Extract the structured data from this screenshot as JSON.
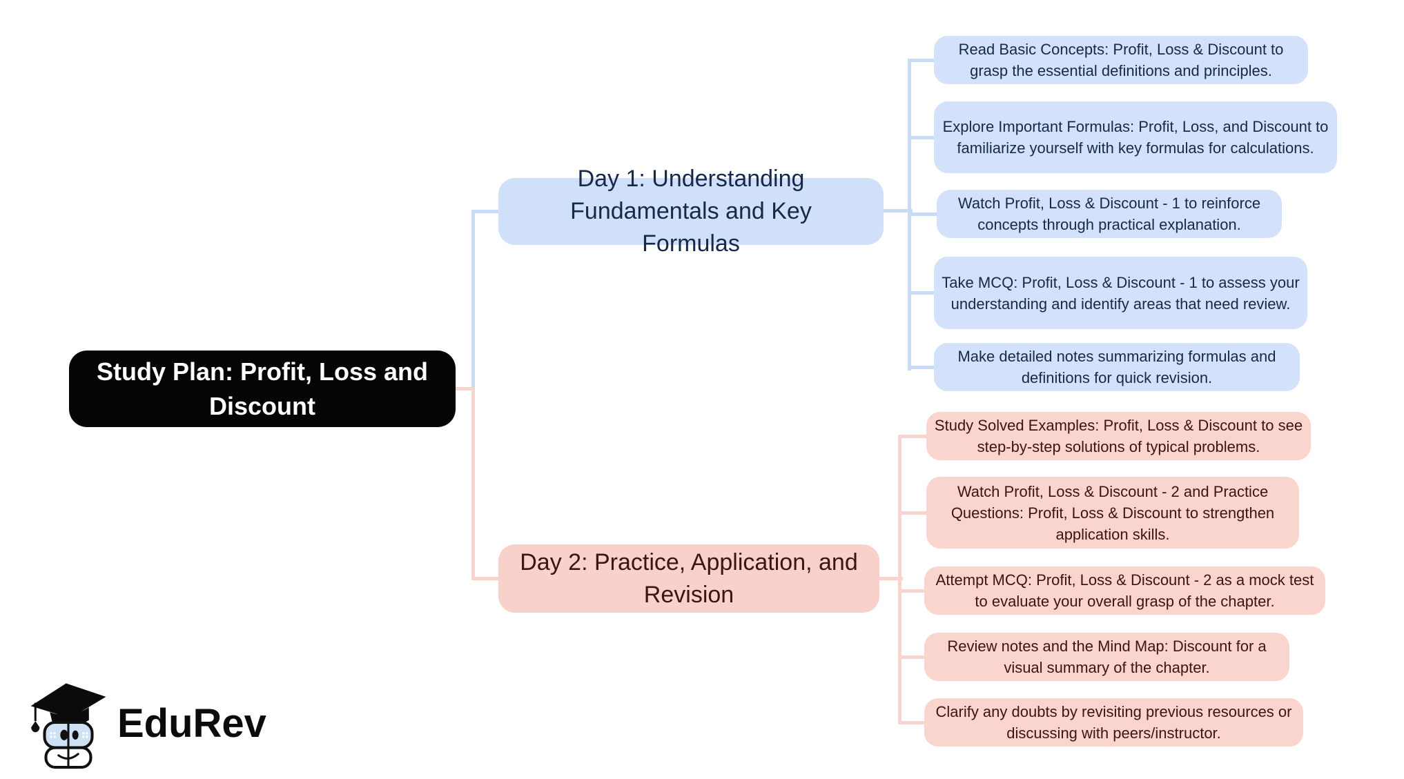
{
  "root": {
    "label": "Study Plan: Profit, Loss and Discount"
  },
  "branches": [
    {
      "id": "day1",
      "label": "Day 1: Understanding Fundamentals and Key Formulas",
      "colors": {
        "fill": "#cfe0f8",
        "leaf_fill": "#d3e2fa",
        "text": "#16294a",
        "line": "#c9dbf7"
      },
      "leaves": [
        "Read Basic Concepts: Profit, Loss & Discount to grasp the essential definitions and principles.",
        "Explore Important Formulas: Profit, Loss, and Discount to familiarize yourself with key formulas for calculations.",
        "Watch Profit, Loss & Discount - 1 to reinforce concepts through practical explanation.",
        "Take MCQ: Profit, Loss & Discount - 1 to assess your understanding and identify areas that need review.",
        "Make detailed notes summarizing formulas and definitions for quick revision."
      ]
    },
    {
      "id": "day2",
      "label": "Day 2: Practice, Application, and Revision",
      "colors": {
        "fill": "#f8d2ca",
        "leaf_fill": "#f9d5ce",
        "text": "#3f130e",
        "line": "#f7d5ce"
      },
      "leaves": [
        "Study Solved Examples: Profit, Loss & Discount to see step-by-step solutions of typical problems.",
        "Watch Profit, Loss & Discount - 2 and Practice Questions: Profit, Loss & Discount to strengthen application skills.",
        "Attempt MCQ: Profit, Loss & Discount - 2 as a mock test to evaluate your overall grasp of the chapter.",
        "Review notes and the Mind Map: Discount for a visual summary of the chapter.",
        "Clarify any doubts by revisiting previous resources or discussing with peers/instructor."
      ]
    }
  ],
  "root_colors": {
    "fill": "#050505",
    "text": "#ffffff"
  },
  "background": "#ffffff",
  "logo": {
    "text": "EduRev"
  }
}
